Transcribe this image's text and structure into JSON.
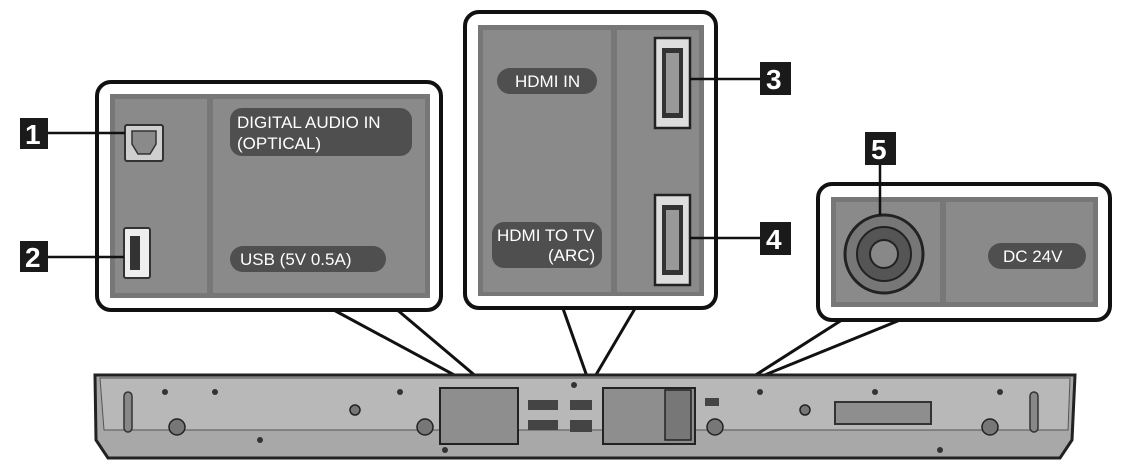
{
  "callouts": [
    {
      "number": "1"
    },
    {
      "number": "2"
    },
    {
      "number": "3"
    },
    {
      "number": "4"
    },
    {
      "number": "5"
    }
  ],
  "ports": {
    "optical": {
      "line1": "DIGITAL AUDIO IN",
      "line2": "(OPTICAL)",
      "icon": "optical-port-icon"
    },
    "usb": {
      "label": "USB (5V 0.5A)",
      "icon": "usb-port-icon"
    },
    "hdmi_in": {
      "label": "HDMI IN",
      "icon": "hdmi-port-icon"
    },
    "hdmi_tv": {
      "line1": "HDMI TO TV",
      "line2": "(ARC)",
      "icon": "hdmi-port-icon"
    },
    "dc": {
      "label": "DC 24V",
      "icon": "dc-power-jack-icon"
    }
  },
  "colors": {
    "panel_outer": "#777777",
    "panel_inner": "#8c8c8c",
    "label_pill": "#4f4f4f",
    "callout_box": "#1a1a1a",
    "soundbar_body": "#a8a8a8"
  }
}
